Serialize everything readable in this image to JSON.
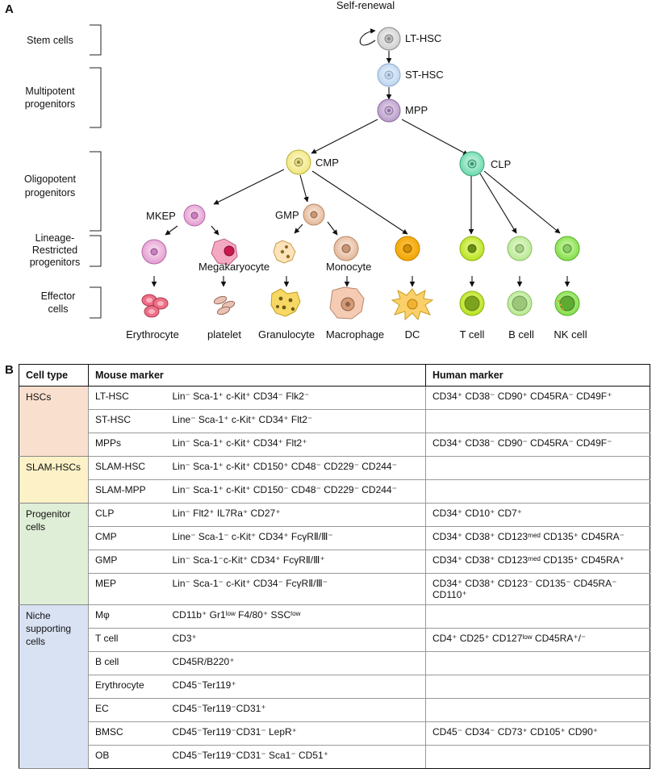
{
  "panel_a": {
    "letter": "A",
    "top_label": "Self-renewal",
    "stages": [
      "Stem cells",
      "Multipotent",
      "progenitors",
      "Oligopotent",
      "progenitors",
      "Lineage-",
      "Restricted",
      "progenitors",
      "Effector",
      "cells"
    ],
    "nodes": {
      "lthsc": "LT-HSC",
      "sthsc": "ST-HSC",
      "mpp": "MPP",
      "cmp": "CMP",
      "clp": "CLP",
      "mkep": "MKEP",
      "gmp": "GMP",
      "megakaryocyte": "Megakaryocyte",
      "monocyte": "Monocyte"
    },
    "effectors": [
      "Erythrocyte",
      "platelet",
      "Granulocyte",
      "Macrophage",
      "DC",
      "T cell",
      "B cell",
      "NK cell"
    ]
  },
  "panel_b": {
    "letter": "B",
    "headers": [
      "Cell type",
      "Mouse marker",
      "Human marker"
    ],
    "groups": [
      {
        "name": "HSCs",
        "rows": [
          {
            "type": "LT-HSC",
            "mouse": "Lin⁻ Sca-1⁺ c-Kit⁺ CD34⁻ Flk2⁻",
            "human": "CD34⁺ CD38⁻ CD90⁺ CD45RA⁻ CD49F⁺"
          },
          {
            "type": "ST-HSC",
            "mouse": "Line⁻ Sca-1⁺ c-Kit⁺ CD34⁺ Flt2⁻",
            "human": ""
          },
          {
            "type": "MPPs",
            "mouse": "Lin⁻ Sca-1⁺ c-Kit⁺ CD34⁺ Flt2⁺",
            "human": "CD34⁺ CD38⁻ CD90⁻ CD45RA⁻ CD49F⁻"
          }
        ]
      },
      {
        "name": "SLAM-HSCs",
        "rows": [
          {
            "type": "SLAM-HSC",
            "mouse": "Lin⁻ Sca-1⁺ c-Kit⁺ CD150⁺ CD48⁻ CD229⁻ CD244⁻",
            "human": ""
          },
          {
            "type": "SLAM-MPP",
            "mouse": "Lin⁻ Sca-1⁺ c-Kit⁺ CD150⁻ CD48⁻ CD229⁻ CD244⁻",
            "human": ""
          }
        ]
      },
      {
        "name": "Progenitor cells",
        "rows": [
          {
            "type": "CLP",
            "mouse": "Lin⁻ Flt2⁺ IL7Ra⁺ CD27⁺",
            "human": "CD34⁺ CD10⁺ CD7⁺"
          },
          {
            "type": "CMP",
            "mouse": "Line⁻ Sca-1⁻ c-Kit⁺ CD34⁺ FcγRⅡ/Ⅲ⁻",
            "human": "CD34⁺ CD38⁺ CD123ᵐᵉᵈ CD135⁺ CD45RA⁻"
          },
          {
            "type": "GMP",
            "mouse": "Lin⁻ Sca-1⁻c-Kit⁺ CD34⁺ FcγRⅡ/Ⅲ⁺",
            "human": "CD34⁺ CD38⁺ CD123ᵐᵉᵈ CD135⁺ CD45RA⁺"
          },
          {
            "type": "MEP",
            "mouse": "Lin⁻ Sca-1⁻ c-Kit⁺ CD34⁻ FcγRⅡ/Ⅲ⁻",
            "human": "CD34⁺ CD38⁺ CD123⁻ CD135⁻ CD45RA⁻ CD110⁺"
          }
        ]
      },
      {
        "name": "Niche supporting cells",
        "rows": [
          {
            "type": "Mφ",
            "mouse": "CD11b⁺ Gr1ˡᵒʷ F4/80⁺ SSCˡᵒʷ",
            "human": ""
          },
          {
            "type": "T cell",
            "mouse": "CD3⁺",
            "human": "CD4⁺ CD25⁺ CD127ˡᵒʷ CD45RA⁺/⁻"
          },
          {
            "type": "B cell",
            "mouse": "CD45R/B220⁺",
            "human": ""
          },
          {
            "type": "Erythrocyte",
            "mouse": "CD45⁻Ter119⁺",
            "human": ""
          },
          {
            "type": "EC",
            "mouse": "CD45⁻Ter119⁻CD31⁺",
            "human": ""
          },
          {
            "type": "BMSC",
            "mouse": "CD45⁻Ter119⁻CD31⁻ LepR⁺",
            "human": "CD45⁻ CD34⁻ CD73⁺ CD105⁺ CD90⁺"
          },
          {
            "type": "OB",
            "mouse": "CD45⁻Ter119⁻CD31⁻ Sca1⁻ CD51⁺",
            "human": ""
          }
        ]
      }
    ]
  }
}
